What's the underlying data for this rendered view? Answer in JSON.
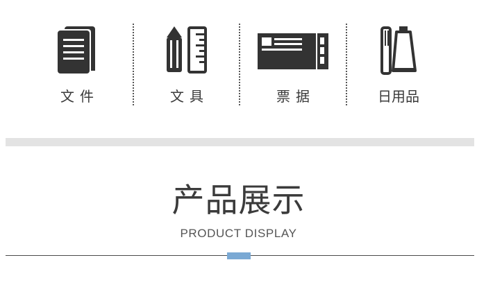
{
  "categories": [
    {
      "label": "文件",
      "icon": "document-stack-icon"
    },
    {
      "label": "文具",
      "icon": "pencil-ruler-icon"
    },
    {
      "label": "票据",
      "icon": "ticket-icon"
    },
    {
      "label": "日用品",
      "icon": "toothbrush-toothpaste-icon"
    }
  ],
  "section": {
    "title": "产品展示",
    "subtitle": "PRODUCT DISPLAY"
  },
  "colors": {
    "icon": "#333333",
    "band": "#e3e3e3",
    "accent": "#7aa9d4",
    "rule": "#4a4a4a"
  }
}
